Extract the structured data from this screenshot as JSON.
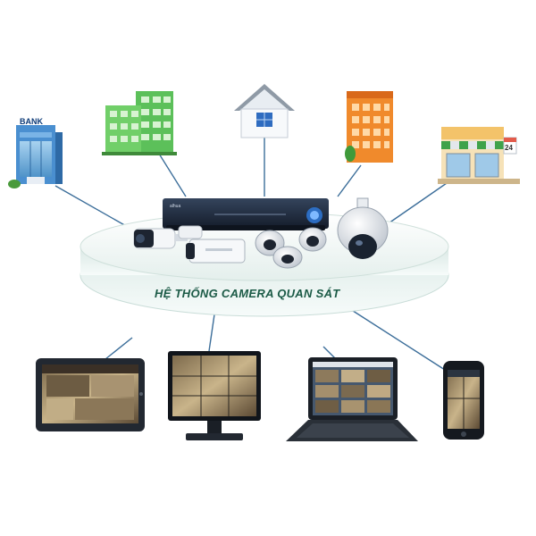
{
  "title": "HỆ THỐNG CAMERA QUAN SÁT",
  "sites": {
    "bank_sign": "BANK",
    "shop_number": "24"
  },
  "dvr_brand": "alhua",
  "colors": {
    "link_line": "#3c6e9a",
    "title_text": "#1b5a46",
    "platform_top": "#eef5f3",
    "platform_side": "#c9ddd8",
    "dvr_body": "#1f2b3e",
    "dvr_light": "#2e78d8"
  },
  "icons": {
    "sites": [
      "bank-building-icon",
      "office-building-icon",
      "house-icon",
      "apartment-building-icon",
      "shop-icon"
    ],
    "cameras": [
      "bullet-camera-icon",
      "box-camera-icon",
      "dome-camera-icon",
      "dome-camera-icon",
      "dome-camera-icon",
      "ptz-speed-dome-icon"
    ],
    "viewers": [
      "tablet-icon",
      "monitor-icon",
      "laptop-icon",
      "smartphone-icon"
    ]
  }
}
